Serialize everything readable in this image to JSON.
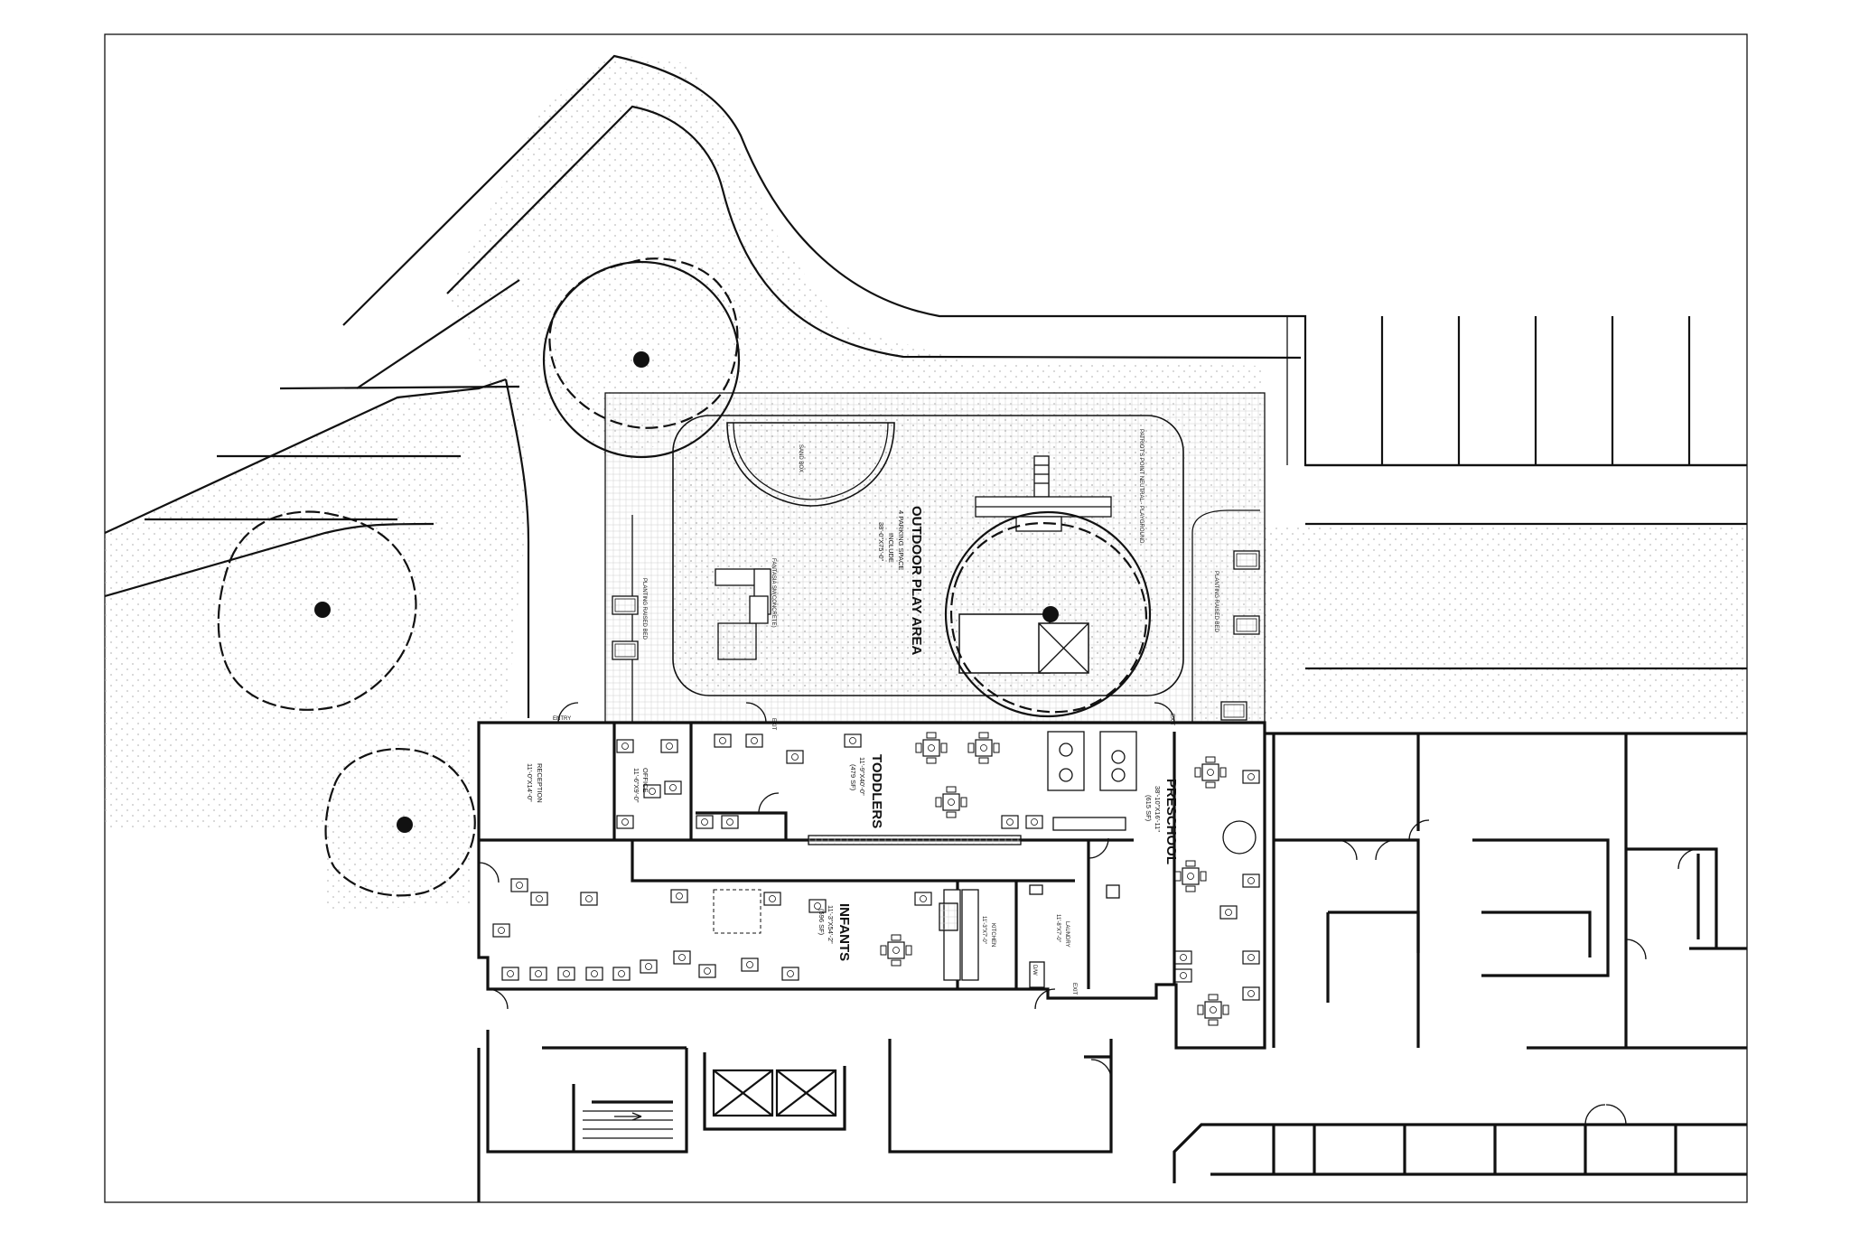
{
  "labels": {
    "outdoor_play_area": "OUTDOOR PLAY AREA",
    "outdoor_parking": "4 PARKING SPACE",
    "outdoor_include": "INCLUDE",
    "outdoor_dims": "38'-0\"X75'-0\"",
    "sand_box": "SAND BOX",
    "fantasia": "FANTASIA SM(CONCRETE)",
    "patriots_point": "PATRIOT'S POINT NEUTRAL - PLAYGROUND",
    "planting_raised_bed": "PLANTING RAISED BED",
    "entry": "ENTRY",
    "exit": "EXIT",
    "reception": "RECEPTION",
    "reception_dims": "11'-0\"X14'-0\"",
    "office": "OFFICE",
    "office_dims": "11'-6\"X9'-0\"",
    "toddlers": "TODDLERS",
    "toddlers_dims": "11'-9\"X40'-0\"",
    "toddlers_area": "(479 SF)",
    "infants": "INFANTS",
    "infants_dims": "11'-3\"X54'-2\"",
    "infants_area": "(596 SF)",
    "kitchen": "KITCHEN",
    "kitchen_dims": "11'-3\"X7'-0\"",
    "laundry": "LAUNDRY",
    "laundry_dims": "11'-8\"X7'-0\"",
    "preschool": "PRESCHOOL",
    "preschool_dims": "38'-10\"X16'-11\"",
    "preschool_area": "(615 SF)",
    "dw": "D/W"
  },
  "colors": {
    "line": "#111111",
    "paper": "#ffffff",
    "hatch": "#bdbdbd"
  }
}
